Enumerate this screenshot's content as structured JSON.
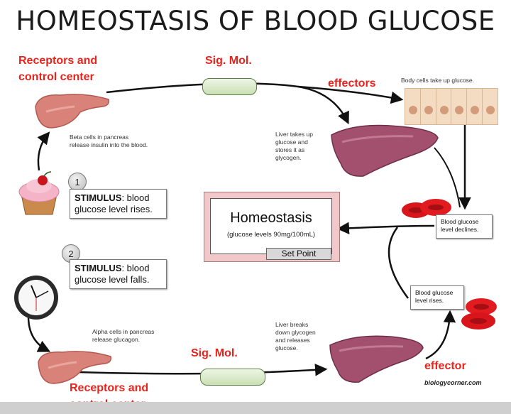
{
  "title": "HOMEOSTASIS OF BLOOD GLUCOSE",
  "top": {
    "receptors_label": "Receptors and\ncontrol center",
    "sig_mol_label": "Sig. Mol.",
    "effectors_label": "effectors",
    "body_cells_text": "Body cells take up glucose.",
    "beta_cells_text": "Beta cells in pancreas\nrelease insulin into the blood.",
    "liver_text": "Liver takes up\nglucose and\nstores it as\nglycogen."
  },
  "stimulus1": {
    "number": "1",
    "label": "STIMULUS",
    "text": ": blood\nglucose level rises."
  },
  "stimulus2": {
    "number": "2",
    "label": "STIMULUS",
    "text": ": blood\nglucose level falls."
  },
  "homeostasis": {
    "title": "Homeostasis",
    "subtitle": "(glucose levels 90mg/100mL)",
    "set_point": "Set Point"
  },
  "right": {
    "declines_text": "Blood glucose\nlevel declines.",
    "rises_text": "Blood glucose\nlevel rises."
  },
  "bottom": {
    "alpha_cells_text": "Alpha cells in pancreas\nrelease glucagon.",
    "liver_text": "Liver breaks\ndown glycogen\nand releases\nglucose.",
    "sig_mol_label": "Sig. Mol.",
    "effector_label": "effector",
    "receptors_label": "Receptors and\ncontrol center",
    "credit": "biologycorner.com"
  },
  "colors": {
    "label_red": "#e8231c",
    "pancreas": "#d9827a",
    "liver": "#a2506e",
    "rbc": "#d7151a",
    "homeostasis_border": "#f2c7c9"
  }
}
